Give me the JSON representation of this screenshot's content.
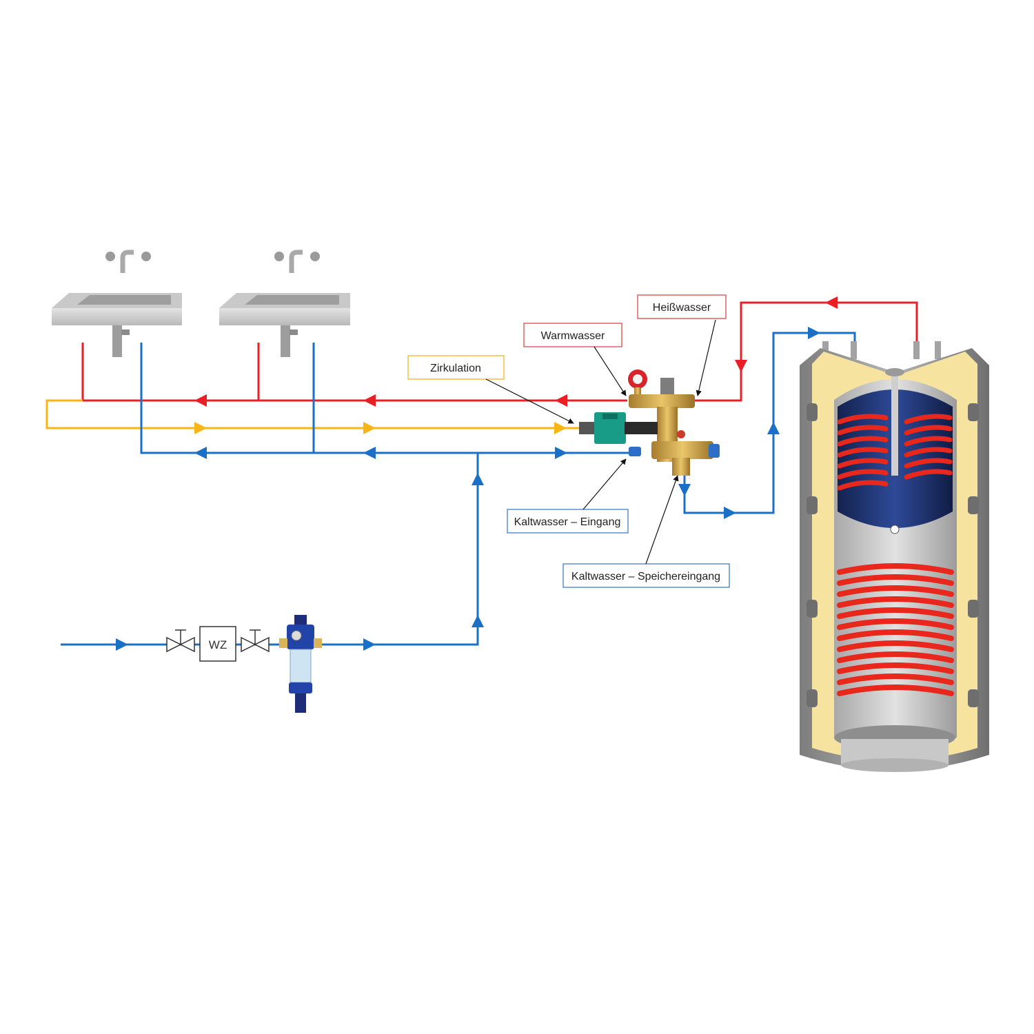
{
  "labels": {
    "hot_water": "Heißwasser",
    "warm_water": "Warmwasser",
    "circulation": "Zirkulation",
    "cold_inlet": "Kaltwasser – Eingang",
    "cold_storage_inlet": "Kaltwasser – Speichereingang"
  },
  "meter_label": "WZ",
  "colors": {
    "hot": "#ea1f25",
    "cold": "#1a6fc7",
    "circulation": "#f8b515",
    "insulation": "#f7e3a0",
    "tank_shell": "#9a9a9a",
    "coil": "#e8281c",
    "inner_tank": "#1b2f6b"
  },
  "icons": [
    "sink-icon",
    "faucet-icon",
    "valve-icon",
    "water-meter-icon",
    "water-filter-icon",
    "pump-icon",
    "storage-tank-icon",
    "flow-arrow-icon"
  ]
}
